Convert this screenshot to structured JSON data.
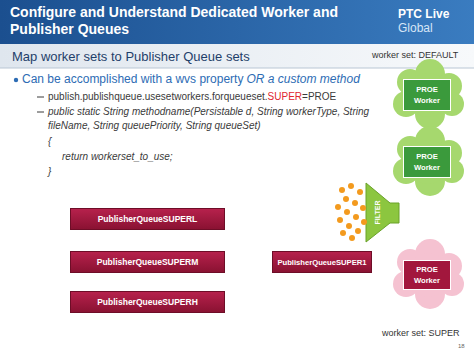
{
  "diagram": {
    "title": "Configure and Understand Dedicated Worker and Publisher Queues",
    "nodes": [
      {
        "text": [
          "PROE Worker"
        ]
      },
      {
        "text": [
          "PROE Worker"
        ]
      },
      {
        "text": [
          "PublisherQueueSUPERL"
        ]
      },
      {
        "text": [
          "FILTER"
        ]
      },
      {
        "text": [
          "PublisherQueueSUPERM"
        ]
      },
      {
        "text": [
          "PublisherQueueSUPER1"
        ]
      },
      {
        "text": [
          "PROE Worker"
        ]
      },
      {
        "text": [
          "PublisherQueueSUPERH"
        ]
      }
    ],
    "labels": [
      "PTC Live",
      "Global",
      "Map worker sets to Publisher Queue sets",
      "worker set: DEFAULT",
      "Can be accomplished with a wvs property",
      "OR a custom method",
      "publish.publishqueue.usesetworkers.forqueueset.",
      "SUPER",
      "=PROE",
      "public static String methodname(Persistable d, String workerType, String fileName, String queuePriority, String queueSet)",
      "{",
      "return workerset_to_use;",
      "}",
      "worker set: SUPER",
      "18"
    ]
  }
}
